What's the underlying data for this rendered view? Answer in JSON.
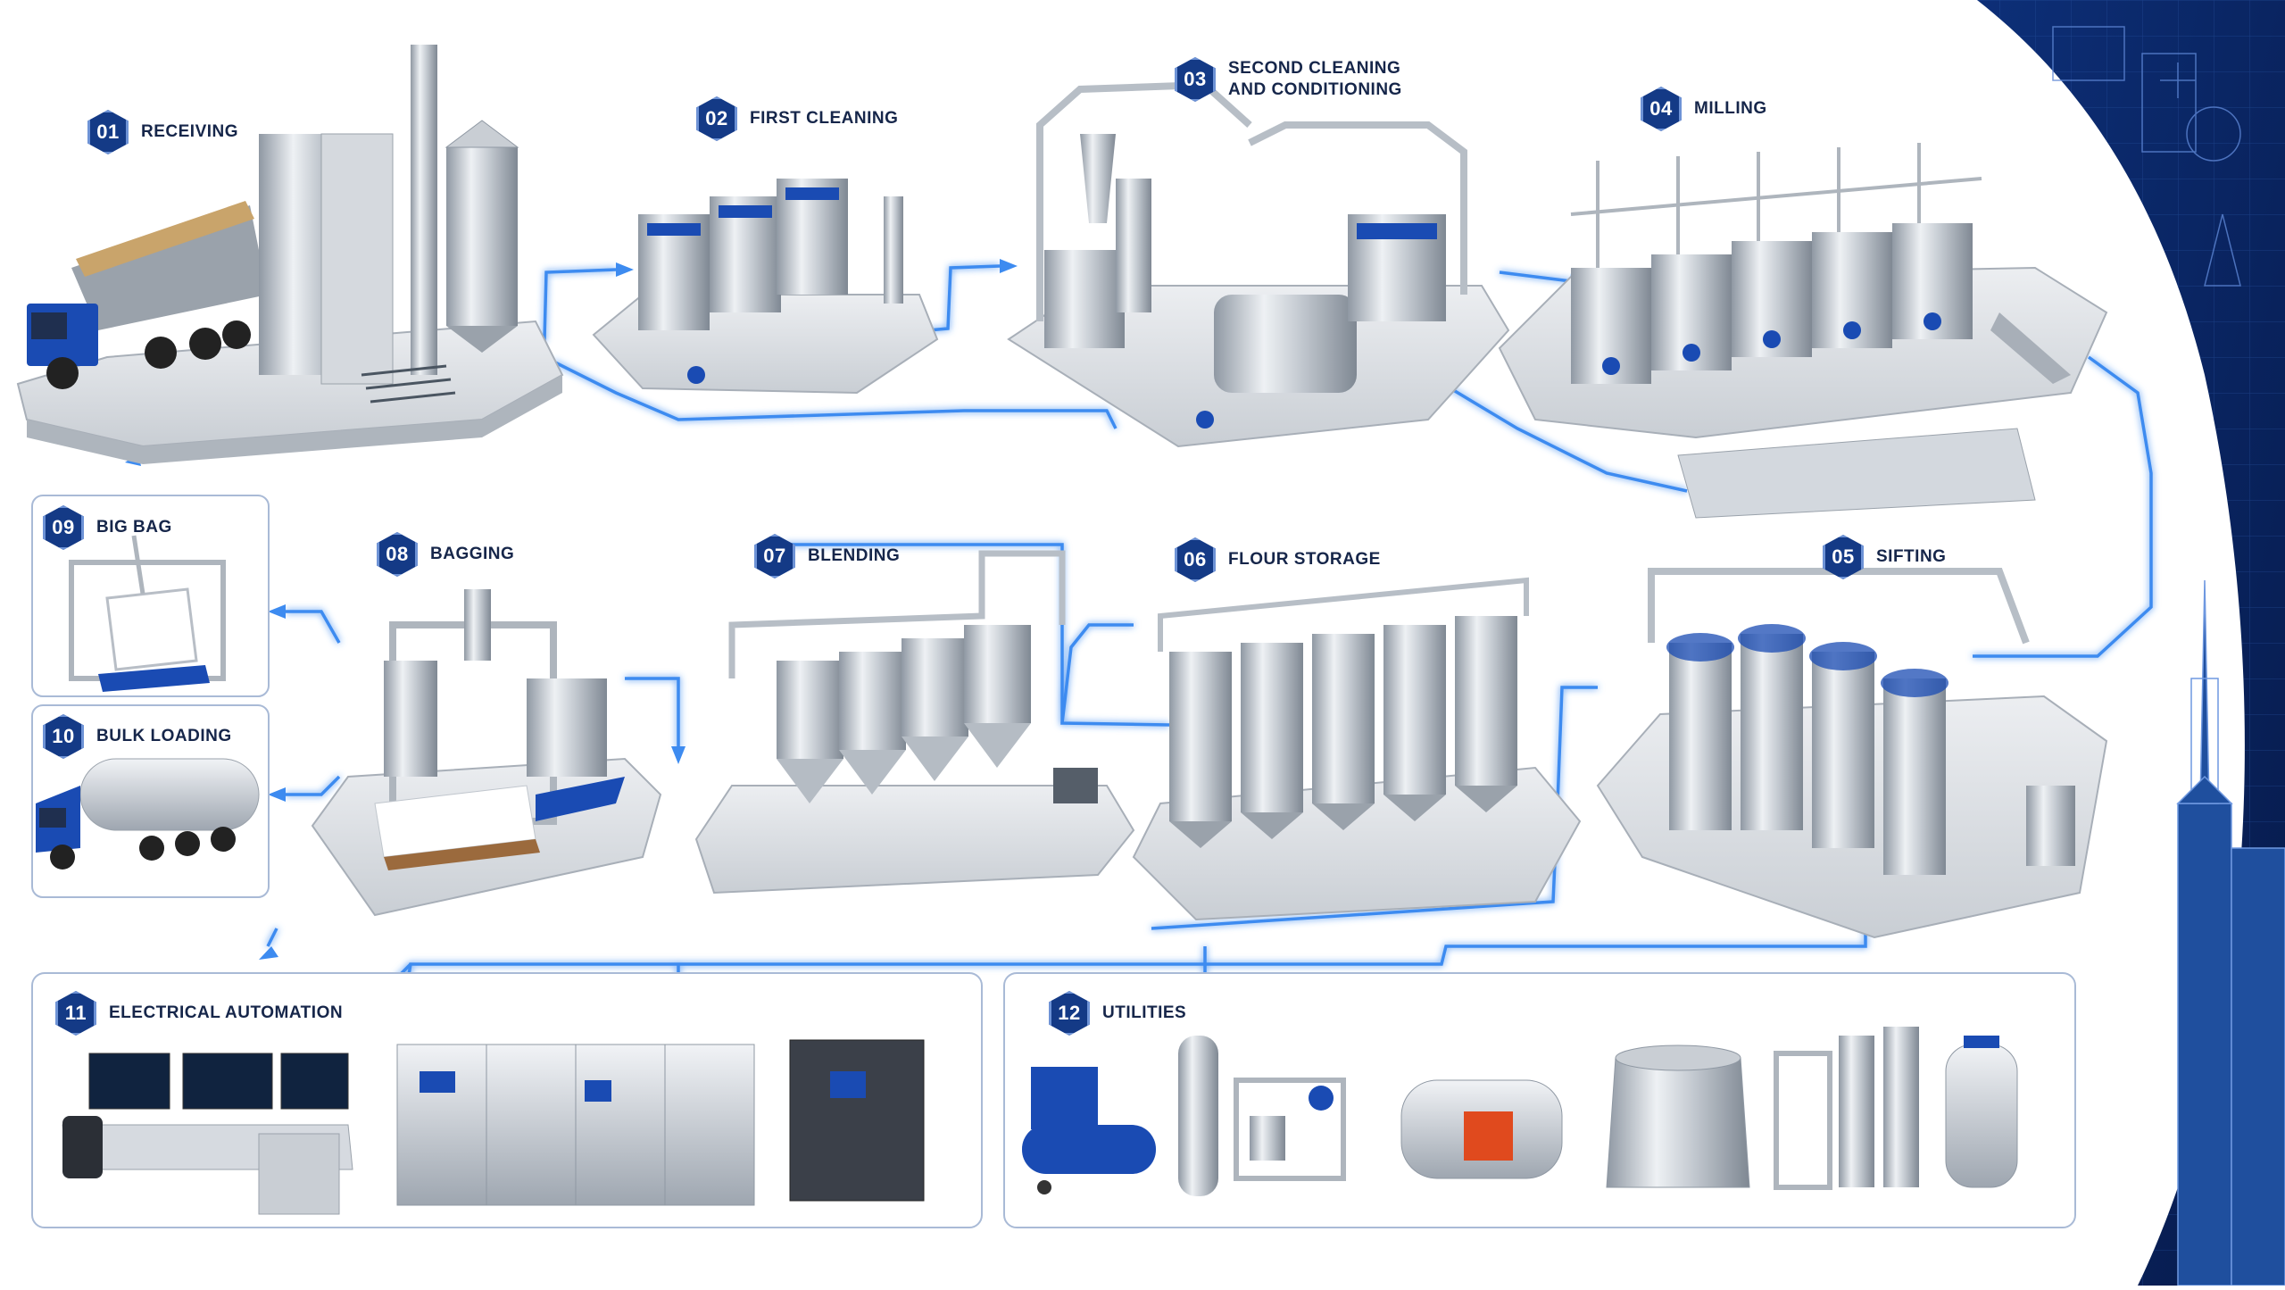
{
  "steps": [
    {
      "num": "01",
      "name": "RECEIVING"
    },
    {
      "num": "02",
      "name": "FIRST CLEANING"
    },
    {
      "num": "03",
      "name_line1": "SECOND CLEANING",
      "name_line2": "AND CONDITIONING"
    },
    {
      "num": "04",
      "name": "MILLING"
    },
    {
      "num": "05",
      "name": "SIFTING"
    },
    {
      "num": "06",
      "name": "FLOUR STORAGE"
    },
    {
      "num": "07",
      "name": "BLENDING"
    },
    {
      "num": "08",
      "name": "BAGGING"
    },
    {
      "num": "09",
      "name": "BIG BAG"
    },
    {
      "num": "10",
      "name": "BULK LOADING"
    },
    {
      "num": "11",
      "name": "ELECTRICAL AUTOMATION"
    },
    {
      "num": "12",
      "name": "UTILITIES"
    }
  ],
  "colors": {
    "accent": "#143a86",
    "flow": "#3d8bf0",
    "steel": "#c7ccd3",
    "dark_blue": "#0b2a6b",
    "panel_border": "#a9bad6"
  },
  "icons": [
    "truck-icon",
    "silo-icon",
    "cleaning-machine-icon",
    "roller-mill-icon",
    "sifter-icon",
    "storage-silo-icon",
    "blender-icon",
    "bagging-machine-icon",
    "big-bag-icon",
    "tanker-truck-icon",
    "control-desk-icon",
    "compressor-icon",
    "boiler-icon",
    "cooling-tower-icon"
  ]
}
